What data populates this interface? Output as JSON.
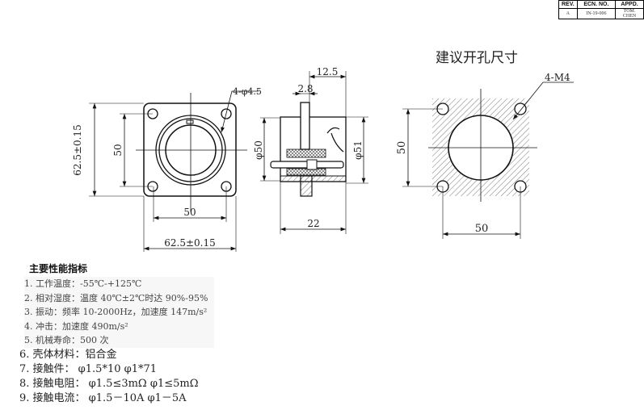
{
  "revision_table": {
    "headers": [
      "REV.",
      "ECN. NO.",
      "APPD."
    ],
    "values": [
      "A",
      "IN-19-006",
      "TOM. CHEN"
    ]
  },
  "front_view": {
    "hole_label": "4-φ4.5",
    "height_dim": "62.5±0.15",
    "hole_spacing_v": "50",
    "hole_spacing_h": "50",
    "width_dim": "62.5±0.15"
  },
  "side_view": {
    "depth_dim": "12.5",
    "flange_dim": "2.8",
    "dia_left": "φ50",
    "dia_right": "φ51",
    "length_dim": "22"
  },
  "cutout_view": {
    "title": "建议开孔尺寸",
    "hole_label": "4-M4",
    "spacing_v": "50",
    "spacing_h": "50"
  },
  "specs": {
    "title": "主要性能指标",
    "items": [
      "1.  工作温度：-55℃-+125℃",
      "2.  相对湿度：温度 40℃±2℃时达 90%-95%",
      "3.  振动：频率 10-2000Hz，加速度 147m/s²",
      "4.  冲击：加速度 490m/s²",
      "5.  机械寿命：500 次",
      "6.  壳体材料：铝合金",
      "7.  接触件： φ1.5*10  φ1*71",
      "8. 接触电阻： φ1.5≤3mΩ  φ1≤5mΩ",
      "9.  接触电流： φ1.5－10A  φ1－5A"
    ]
  }
}
